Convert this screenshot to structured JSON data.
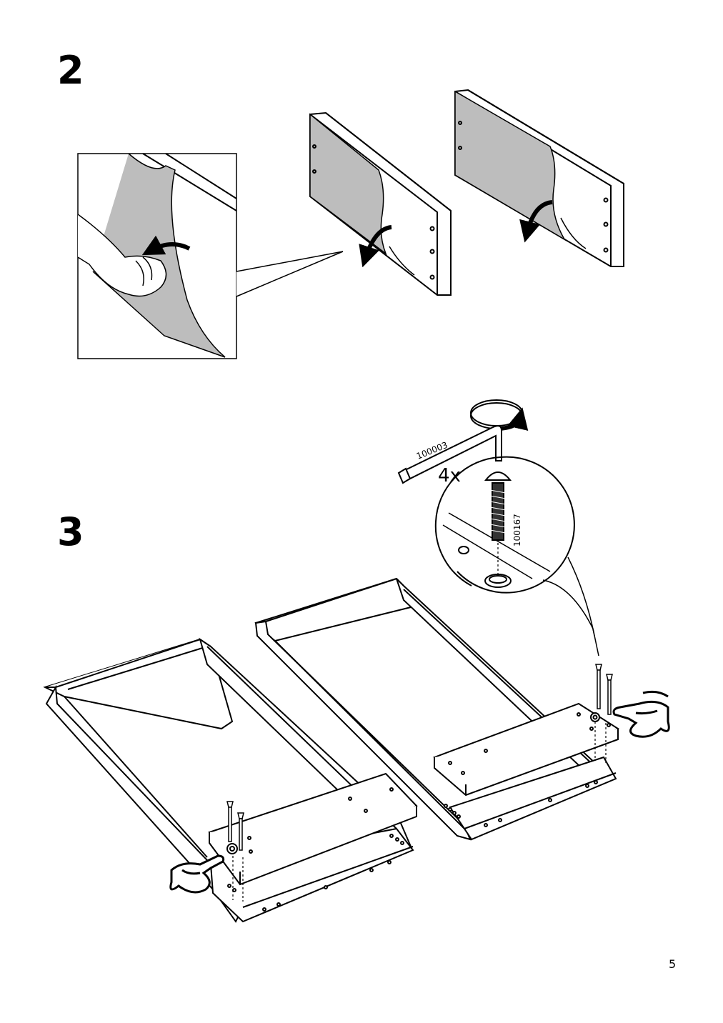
{
  "steps": {
    "two": "2",
    "three": "3"
  },
  "parts": {
    "allen_key": "100003",
    "bolt": "100167",
    "quantity": "4x"
  },
  "page_number": "5",
  "icons": [
    "pointing-hand-icon",
    "rotate-arrow-icon",
    "curved-arrow-icon",
    "allen-key-icon",
    "bolt-icon"
  ]
}
